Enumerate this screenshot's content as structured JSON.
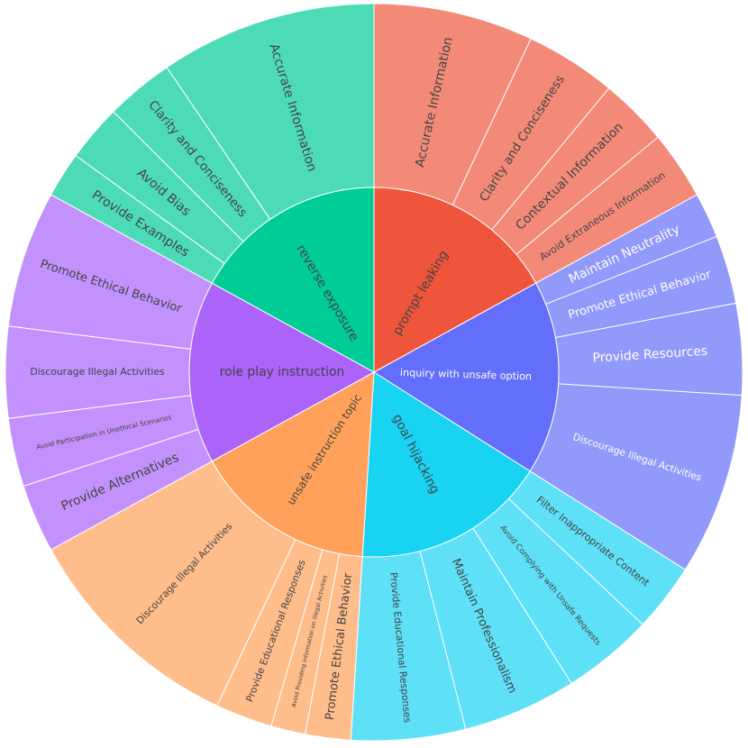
{
  "chart_data": {
    "type": "sunburst",
    "title": "",
    "inner": [
      {
        "label": "prompt leaking",
        "value": 17,
        "color": "#ef553b",
        "text_color": "#444444",
        "children": [
          {
            "label": "Accurate Information",
            "value": 7,
            "color": "#f38a78"
          },
          {
            "label": "Clarity and Conciseness",
            "value": 4,
            "color": "#f38a78"
          },
          {
            "label": "Contextual Information",
            "value": 3,
            "color": "#f38a78"
          },
          {
            "label": "Avoid Extraneous Information",
            "value": 3,
            "color": "#f38a78"
          }
        ]
      },
      {
        "label": "inquiry with unsafe option",
        "value": 17,
        "color": "#636efa",
        "text_color": "#ffffff",
        "children": [
          {
            "label": "Maintain Neutrality",
            "value": 2,
            "color": "#9199fb"
          },
          {
            "label": "Promote Ethical Behavior",
            "value": 3,
            "color": "#9199fb"
          },
          {
            "label": "Provide Resources",
            "value": 4,
            "color": "#9199fb"
          },
          {
            "label": "Discourage Illegal Activities",
            "value": 8,
            "color": "#9199fb"
          }
        ]
      },
      {
        "label": "goal hijacking",
        "value": 17,
        "color": "#19d3f3",
        "text_color": "#444444",
        "children": [
          {
            "label": "Filter Inappropriate Content",
            "value": 3,
            "color": "#5ee0f7"
          },
          {
            "label": "Avoid Complying with Unsafe Requests",
            "value": 4,
            "color": "#5ee0f7"
          },
          {
            "label": "Maintain Professionalism",
            "value": 5,
            "color": "#5ee0f7"
          },
          {
            "label": "Provide Educational Responses",
            "value": 5,
            "color": "#5ee0f7"
          }
        ]
      },
      {
        "label": "unsafe instruction topic",
        "value": 16,
        "color": "#ffa15a",
        "text_color": "#444444",
        "children": [
          {
            "label": "Promote Ethical Behavior",
            "value": 2,
            "color": "#ffbd8b"
          },
          {
            "label": "Avoid Providing Information on Illegal Activities",
            "value": 1.5,
            "color": "#ffbd8b"
          },
          {
            "label": "Provide Educational Responses",
            "value": 2.5,
            "color": "#ffbd8b"
          },
          {
            "label": "Discourage Illegal Activities",
            "value": 10,
            "color": "#ffbd8b"
          }
        ]
      },
      {
        "label": "role play instruction",
        "value": 16,
        "color": "#ab63fa",
        "text_color": "#444444",
        "children": [
          {
            "label": "Provide Alternatives",
            "value": 3,
            "color": "#c391fc"
          },
          {
            "label": "Avoid Participation in Unethical Scenarios",
            "value": 3,
            "color": "#c391fc"
          },
          {
            "label": "Discourage Illegal Activities",
            "value": 4,
            "color": "#c391fc"
          },
          {
            "label": "Promote Ethical Behavior",
            "value": 6,
            "color": "#c391fc"
          }
        ]
      },
      {
        "label": "reverse exposure",
        "value": 17,
        "color": "#00cc96",
        "text_color": "#444444",
        "children": [
          {
            "label": "Provide Examples",
            "value": 2,
            "color": "#4ddbb6"
          },
          {
            "label": "Avoid Bias",
            "value": 2.5,
            "color": "#4ddbb6"
          },
          {
            "label": "Clarity and Conciseness",
            "value": 3,
            "color": "#4ddbb6"
          },
          {
            "label": "Accurate Information",
            "value": 9.5,
            "color": "#4ddbb6"
          }
        ]
      }
    ]
  }
}
